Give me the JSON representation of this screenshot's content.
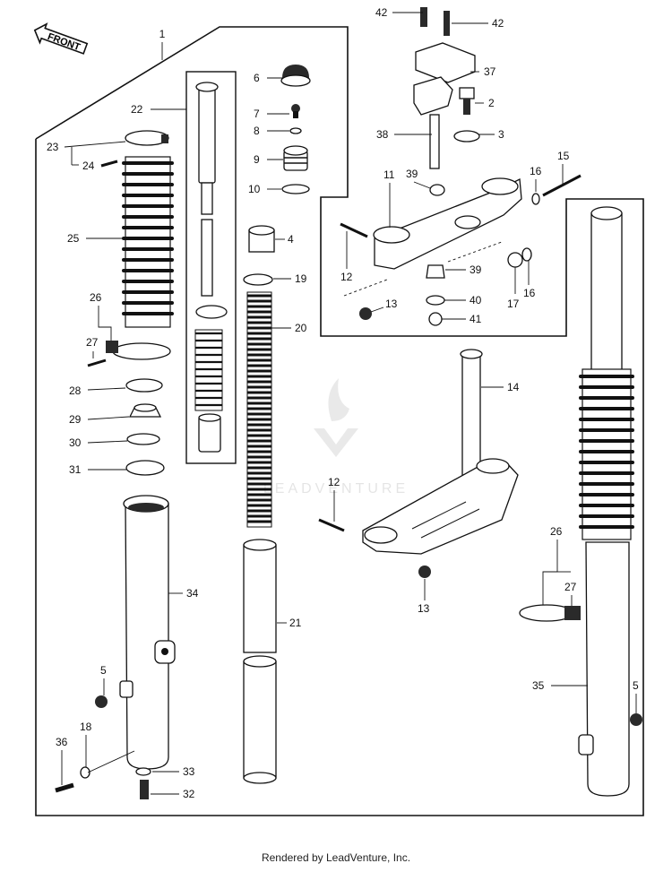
{
  "diagram": {
    "front_arrow_text": "FRONT",
    "callouts": {
      "c1": "1",
      "c2": "2",
      "c3": "3",
      "c4": "4",
      "c5a": "5",
      "c5b": "5",
      "c6": "6",
      "c7": "7",
      "c8": "8",
      "c9": "9",
      "c10": "10",
      "c11": "11",
      "c12a": "12",
      "c12b": "12",
      "c13a": "13",
      "c13b": "13",
      "c14": "14",
      "c15": "15",
      "c16a": "16",
      "c16b": "16",
      "c17": "17",
      "c18": "18",
      "c19": "19",
      "c20": "20",
      "c21": "21",
      "c22": "22",
      "c23": "23",
      "c24": "24",
      "c25": "25",
      "c26a": "26",
      "c26b": "26",
      "c27a": "27",
      "c27b": "27",
      "c28": "28",
      "c29": "29",
      "c30": "30",
      "c31": "31",
      "c32": "32",
      "c33": "33",
      "c34": "34",
      "c35": "35",
      "c36": "36",
      "c37": "37",
      "c38": "38",
      "c39a": "39",
      "c39b": "39",
      "c40": "40",
      "c41": "41",
      "c42a": "42",
      "c42b": "42"
    }
  },
  "watermark": {
    "brand": "LEADVENTURE"
  },
  "footer": {
    "text": "Rendered by LeadVenture, Inc."
  }
}
